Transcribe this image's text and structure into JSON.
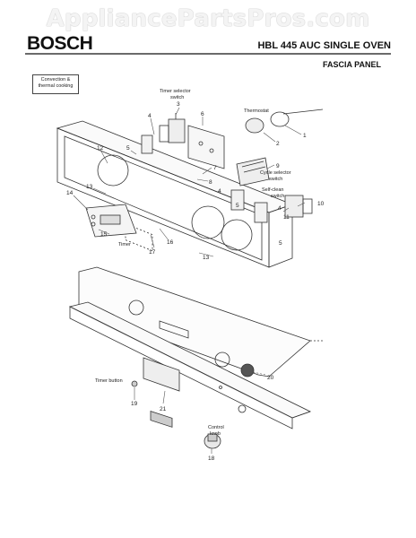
{
  "watermark": "AppliancePartsPros.com",
  "header": {
    "brand": "BOSCH",
    "model": "HBL 445 AUC SINGLE OVEN",
    "section": "FASCIA PANEL"
  },
  "legend": {
    "line1": "Convection &",
    "line2": "thermal cooking"
  },
  "labels": {
    "timer_selector_l1": "Timer selector",
    "timer_selector_l2": "switch",
    "thermostat": "Thermostat",
    "cycle_selector_l1": "Cycle selector",
    "cycle_selector_l2": "switch",
    "self_clean_l1": "Self-clean",
    "self_clean_l2": "switch",
    "timer": "Timer",
    "timer_button": "Timer button",
    "control_knob_l1": "Control",
    "control_knob_l2": "knob"
  },
  "callouts": {
    "n1": "1",
    "n2": "2",
    "n3": "3",
    "n4a": "4",
    "n4b": "4",
    "n4c": "4",
    "n5a": "5",
    "n5b": "5",
    "n5c": "5",
    "n6": "6",
    "n7": "7",
    "n8": "8",
    "n9": "9",
    "n10": "10",
    "n11": "11",
    "n12": "12",
    "n13a": "13",
    "n13b": "13",
    "n14": "14",
    "n15": "15",
    "n16": "16",
    "n17": "17",
    "n18": "18",
    "n19": "19",
    "n20": "20",
    "n21": "21"
  }
}
